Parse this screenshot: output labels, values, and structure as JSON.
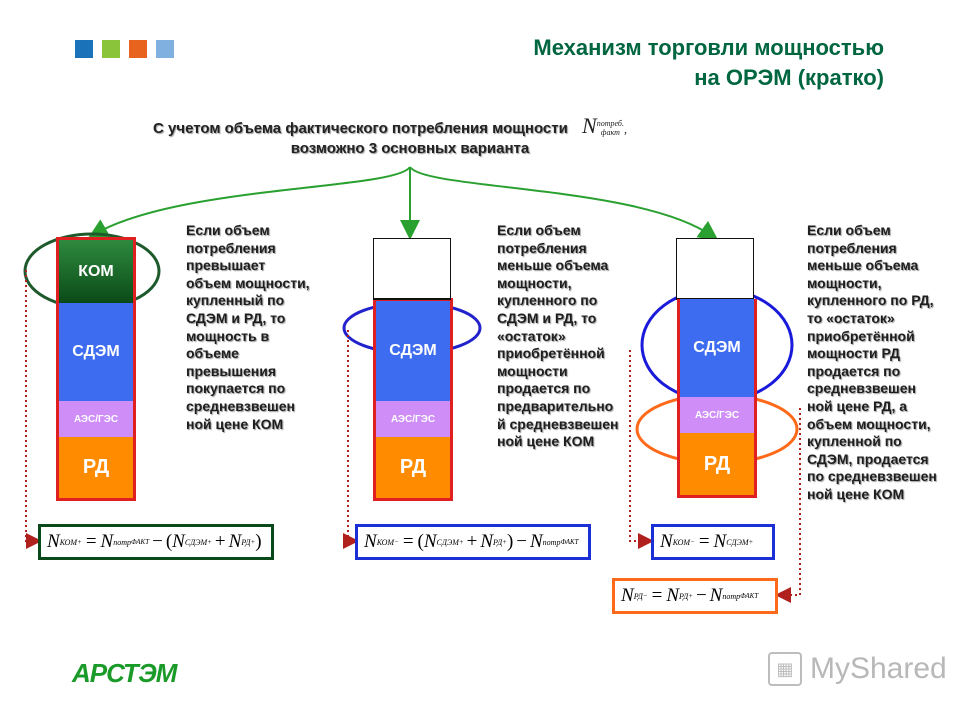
{
  "header": {
    "title_line1": "Механизм торговли мощностью",
    "title_line2": "на ОРЭМ (кратко)",
    "squares": [
      "#1a72b8",
      "#8ac43a",
      "#e8641e",
      "#7fb0e0"
    ]
  },
  "subtitle": {
    "line1": "С учетом объема фактического потребления мощности",
    "line2": "возможно 3 основных варианта",
    "symbol_main": "N",
    "symbol_sup": "потреб.",
    "symbol_sub": "факт",
    "symbol_tail": ","
  },
  "columns": {
    "c1": {
      "top": "КОМ",
      "mid": "СДЭМ",
      "aes": "АЭС/ГЭС",
      "rd": "РД"
    },
    "c2": {
      "mid": "СДЭМ",
      "aes": "АЭС/ГЭС",
      "rd": "РД"
    },
    "c3": {
      "mid": "СДЭМ",
      "aes": "АЭС/ГЭС",
      "rd": "РД"
    }
  },
  "descriptions": {
    "d1": "Если объем потребления превышает объем мощности, купленный по СДЭМ и РД, то мощность в объеме превышения покупается по средневзвешен ной цене КОМ",
    "d2": "Если объем потребления меньше объема мощности, купленного по СДЭМ и РД, то «остаток» приобретённой мощности продается по предварительно й средневзвешен ной цене КОМ",
    "d3": "Если объем потребления меньше объема мощности, купленного по РД, то «остаток» приобретённой мощности РД продается по средневзвешен ной цене РД, а объем мощности, купленной по СДЭМ, продается по средневзвешен ной цене КОМ"
  },
  "formulas": {
    "f1": {
      "lhs": "N",
      "lhs_sub": "КОМ",
      "lhs_sup": "+",
      "eq": "=",
      "n": "N",
      "n_sub": "потр",
      "n_sup": "ФАКТ",
      "minus": "−",
      "open": "(",
      "a": "N",
      "a_sub": "СДЭМ",
      "a_sup": "+",
      "plus": "+",
      "b": "N",
      "b_sub": "РД",
      "b_sup": "+",
      "close": ")"
    },
    "f2": {
      "lhs": "N",
      "lhs_sub": "КОМ",
      "lhs_sup": "−",
      "eq": "=",
      "open": "(",
      "a": "N",
      "a_sub": "СДЭМ",
      "a_sup": "+",
      "plus": "+",
      "b": "N",
      "b_sub": "РД",
      "b_sup": "+",
      "close": ")",
      "minus": "−",
      "n": "N",
      "n_sub": "потр",
      "n_sup": "ФАКТ"
    },
    "f3": {
      "lhs": "N",
      "lhs_sub": "КОМ",
      "lhs_sup": "−",
      "eq": "=",
      "a": "N",
      "a_sub": "СДЭМ",
      "a_sup": "+"
    },
    "f4": {
      "lhs": "N",
      "lhs_sub": "РД",
      "lhs_sup": "−",
      "eq": "=",
      "a": "N",
      "a_sub": "РД",
      "a_sup": "+",
      "minus": "−",
      "n": "N",
      "n_sub": "потр",
      "n_sup": "ФАКТ"
    }
  },
  "logos": {
    "left": "АРСТЭМ",
    "right": "MyShared"
  },
  "colors": {
    "title": "#006640",
    "frame_red": "#e02020",
    "kom_green": "#1e6e2c",
    "sdem_blue": "#3d6cf0",
    "aes_violet": "#cf8ef7",
    "rd_orange": "#ff8c00",
    "arrow_green": "#2aa030"
  }
}
